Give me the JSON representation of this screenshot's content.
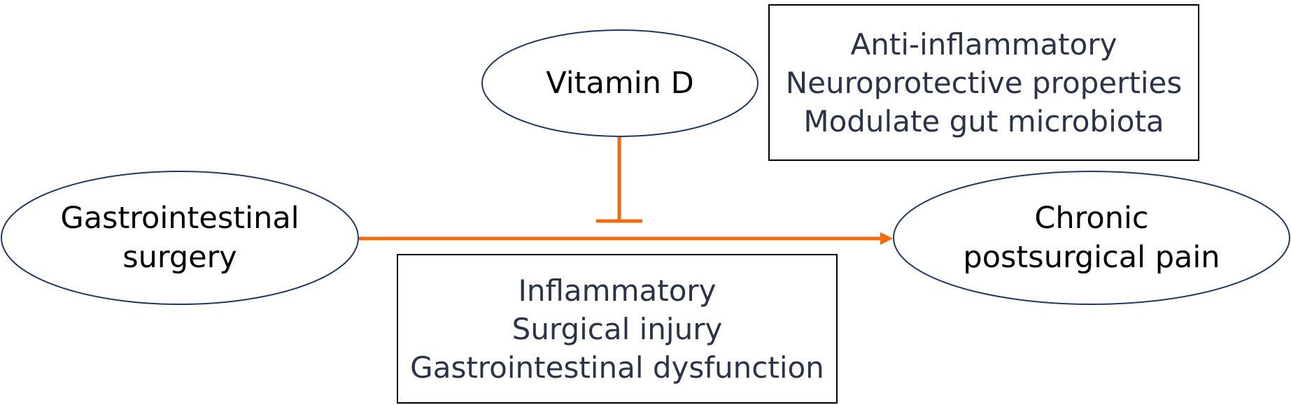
{
  "diagram": {
    "colors": {
      "ellipse_stroke": "#1f3864",
      "arrow": "#f26b10",
      "box_border": "#000000",
      "box_text": "#2b3349",
      "node_text": "#000000"
    },
    "nodes": {
      "surgery": {
        "lines": [
          "Gastrointestinal",
          "surgery"
        ]
      },
      "vitamin_d": {
        "lines": [
          "Vitamin D"
        ]
      },
      "pain": {
        "lines": [
          "Chronic",
          "postsurgical pain"
        ]
      }
    },
    "boxes": {
      "vitamin_effects": {
        "lines": [
          "Anti-inflammatory",
          "Neuroprotective properties",
          "Modulate gut microbiota"
        ]
      },
      "mechanisms": {
        "lines": [
          "Inflammatory",
          "Surgical injury",
          "Gastrointestinal dysfunction"
        ]
      }
    },
    "edges": [
      {
        "from": "surgery",
        "to": "pain",
        "kind": "arrow"
      },
      {
        "from": "vitamin_d",
        "to": "surgery-pain-edge",
        "kind": "inhibition"
      }
    ]
  }
}
